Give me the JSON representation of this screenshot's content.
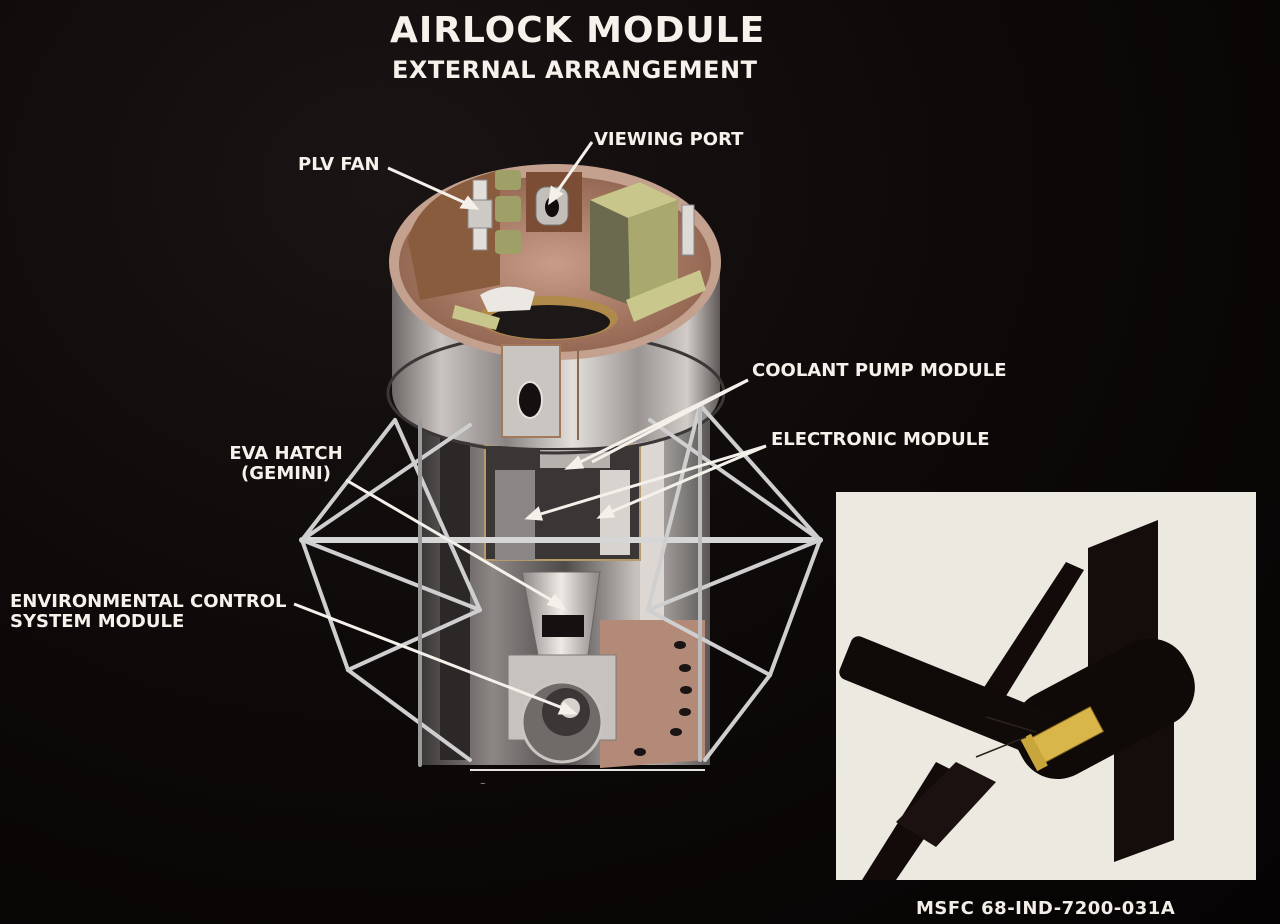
{
  "header": {
    "title": "AIRLOCK MODULE",
    "subtitle": "EXTERNAL ARRANGEMENT"
  },
  "callouts": [
    {
      "id": "plv-fan",
      "text": "PLV FAN"
    },
    {
      "id": "viewing-port",
      "text": "VIEWING PORT"
    },
    {
      "id": "coolant-pump-module",
      "text": "COOLANT PUMP MODULE"
    },
    {
      "id": "electronic-module",
      "text": "ELECTRONIC MODULE"
    },
    {
      "id": "eva-hatch",
      "line1": "EVA HATCH",
      "line2": "(GEMINI)"
    },
    {
      "id": "ecs-module",
      "line1": "ENVIRONMENTAL CONTROL",
      "line2": "SYSTEM MODULE"
    }
  ],
  "inset": {
    "subject": "orbital workshop cluster silhouette with highlighted airlock module",
    "highlight_color": "#d8b64a",
    "background_color": "#ece9e1"
  },
  "footer": {
    "caption": "MSFC 68-IND-7200-031A"
  },
  "colors": {
    "background": "#0a0607",
    "text": "#f6f1ea",
    "module_shell": "#b9b3ae",
    "interior_floor": "#b98c78",
    "equipment_green": "#a7a66d",
    "truss": "#c9c9c9"
  }
}
